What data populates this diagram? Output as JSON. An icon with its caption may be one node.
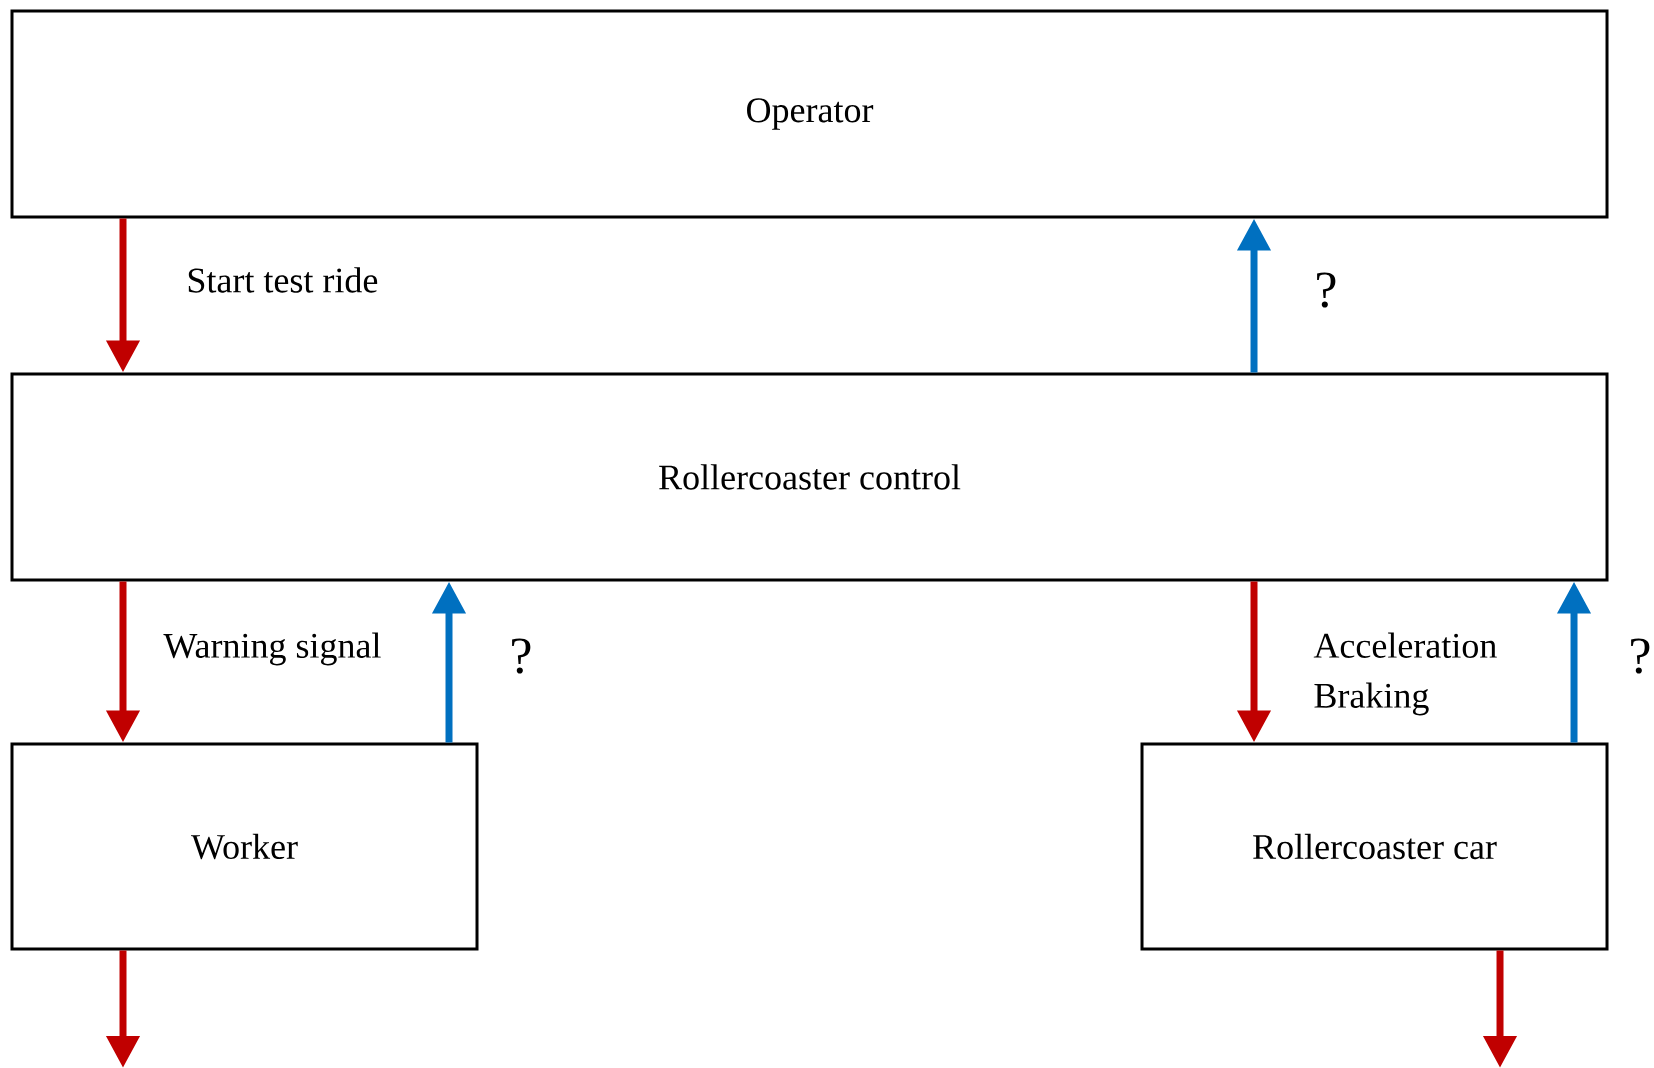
{
  "diagram": {
    "nodes": [
      {
        "text": [
          "Operator"
        ]
      },
      {
        "text": [
          "Rollercoaster control"
        ]
      },
      {
        "text": [
          "Worker"
        ]
      },
      {
        "text": [
          "Rollercoaster car"
        ]
      }
    ],
    "edges": [
      {
        "from": 0,
        "to": 1,
        "arrow": "to",
        "label": "Start test ride"
      },
      {
        "from": 1,
        "to": 0,
        "arrow": "to",
        "label": "?",
        "color": "#0070c0"
      },
      {
        "from": 1,
        "to": 2,
        "arrow": "to",
        "label": "Warning signal"
      },
      {
        "from": 2,
        "to": 1,
        "arrow": "to",
        "label": "?",
        "color": "#0070c0"
      },
      {
        "from": 1,
        "to": 3,
        "arrow": "to",
        "label": "Acceleration Braking"
      },
      {
        "from": 3,
        "to": 1,
        "arrow": "to",
        "label": "?",
        "color": "#0070c0"
      },
      {
        "from": 2,
        "to": null,
        "arrow": "to"
      },
      {
        "from": 3,
        "to": null,
        "arrow": "to"
      }
    ]
  }
}
